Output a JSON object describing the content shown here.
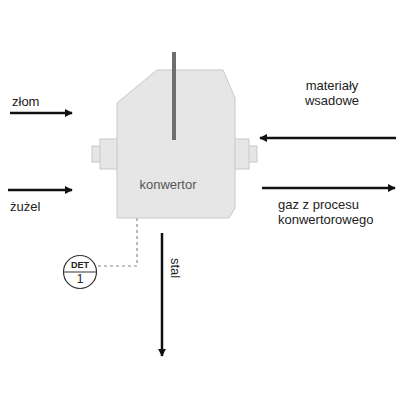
{
  "diagram": {
    "nodes": [
      {
        "text": [
          "konwertor"
        ]
      },
      {
        "text": [
          "DET",
          "1"
        ]
      }
    ],
    "edges": [
      {
        "from": 0,
        "to": 1,
        "arrow": "none"
      }
    ],
    "labels": [
      "złom",
      "materiały wsadowe",
      "żużel",
      "gaz z procesu konwertorowego",
      "stal"
    ]
  }
}
